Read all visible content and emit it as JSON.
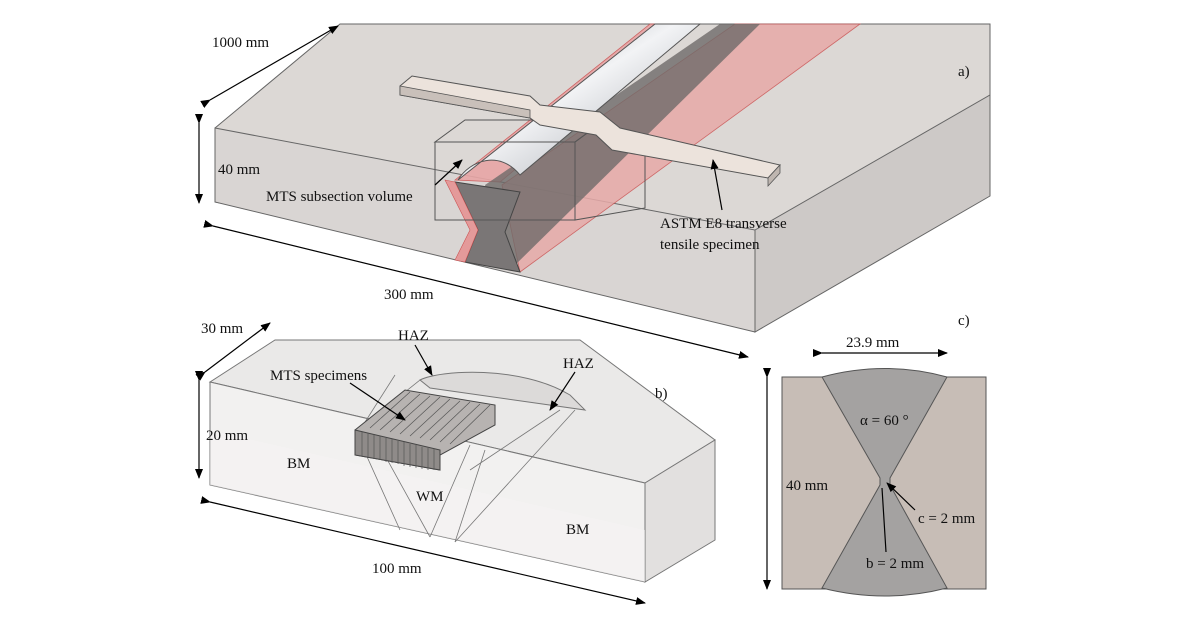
{
  "panel_a": {
    "label": "a)",
    "dim_length": "1000 mm",
    "dim_thickness": "40 mm",
    "dim_width": "300 mm",
    "mts_volume_label": "MTS subsection volume",
    "tensile_label_line1": "ASTM E8 transverse",
    "tensile_label_line2": "tensile specimen"
  },
  "panel_b": {
    "label": "b)",
    "dim_depth": "30 mm",
    "dim_height": "20 mm",
    "dim_length": "100 mm",
    "haz_left": "HAZ",
    "haz_right": "HAZ",
    "mts_specimens": "MTS specimens",
    "bm_left": "BM",
    "wm": "WM",
    "bm_right": "BM"
  },
  "panel_c": {
    "label": "c)",
    "dim_top": "23.9 mm",
    "dim_height": "40 mm",
    "angle": "α = 60 °",
    "gap_c": "c = 2 mm",
    "gap_b": "b = 2 mm"
  }
}
